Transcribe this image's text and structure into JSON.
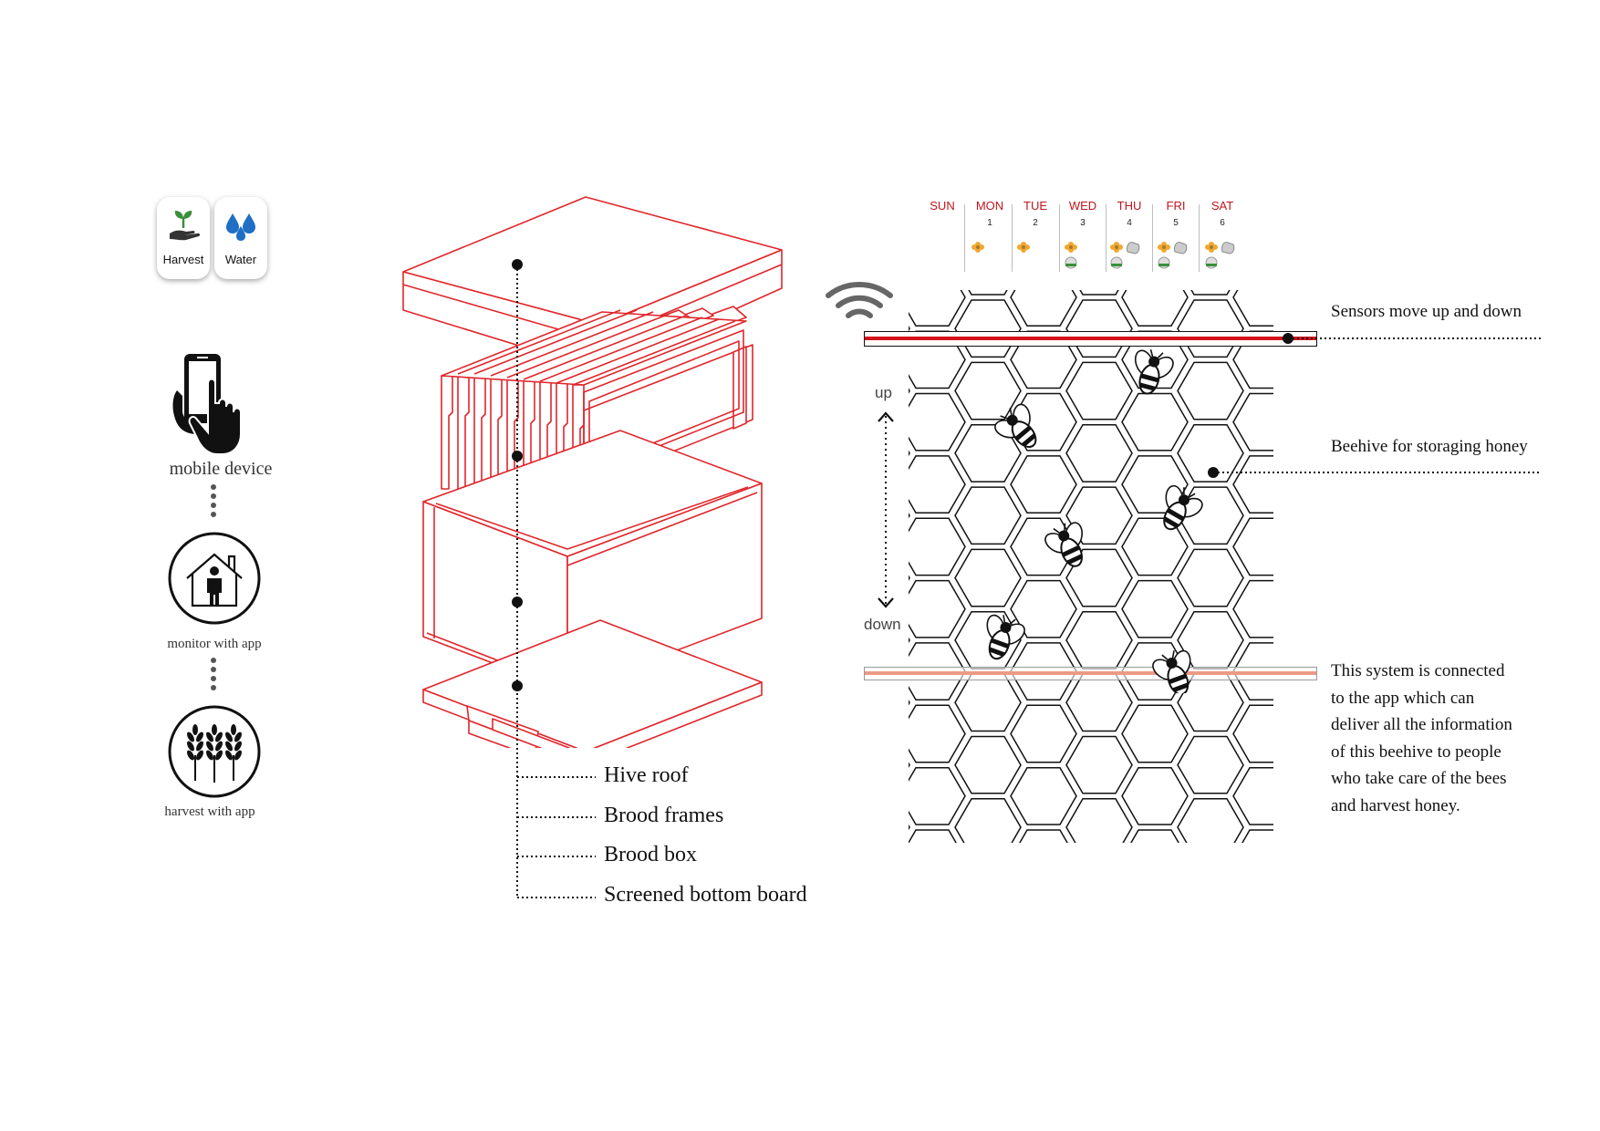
{
  "apps": [
    {
      "label": "Harvest",
      "icon": "seedling-hand-icon"
    },
    {
      "label": "Water",
      "icon": "water-drops-icon"
    }
  ],
  "flow": {
    "mobile_label": "mobile device",
    "monitor_label": "monitor  with app",
    "harvest_label": "harvest with app"
  },
  "hive_parts": [
    "Hive roof",
    "Brood frames",
    "Brood box",
    "Screened bottom board"
  ],
  "calendar": [
    {
      "day": "SUN",
      "date": ""
    },
    {
      "day": "MON",
      "date": "1"
    },
    {
      "day": "TUE",
      "date": "2"
    },
    {
      "day": "WED",
      "date": "3"
    },
    {
      "day": "THU",
      "date": "4"
    },
    {
      "day": "FRI",
      "date": "5"
    },
    {
      "day": "SAT",
      "date": "6"
    }
  ],
  "sensor": {
    "up_label": "up",
    "down_label": "down"
  },
  "annotations": {
    "sensors": "Sensors move up and down",
    "beehive": "Beehive for storaging honey",
    "system_lines": [
      "This system is  connected",
      "to the app which can",
      "deliver all the information",
      "of this beehive to people",
      "who take care of the bees",
      "and harvest honey."
    ]
  },
  "colors": {
    "hive_red": "#e0262b",
    "calendar_red": "#c0151d",
    "sensor_red": "#d4121a",
    "sensor_light": "#ec9a84",
    "icon_green": "#3a8f3a",
    "icon_blue": "#1f6fc4"
  }
}
